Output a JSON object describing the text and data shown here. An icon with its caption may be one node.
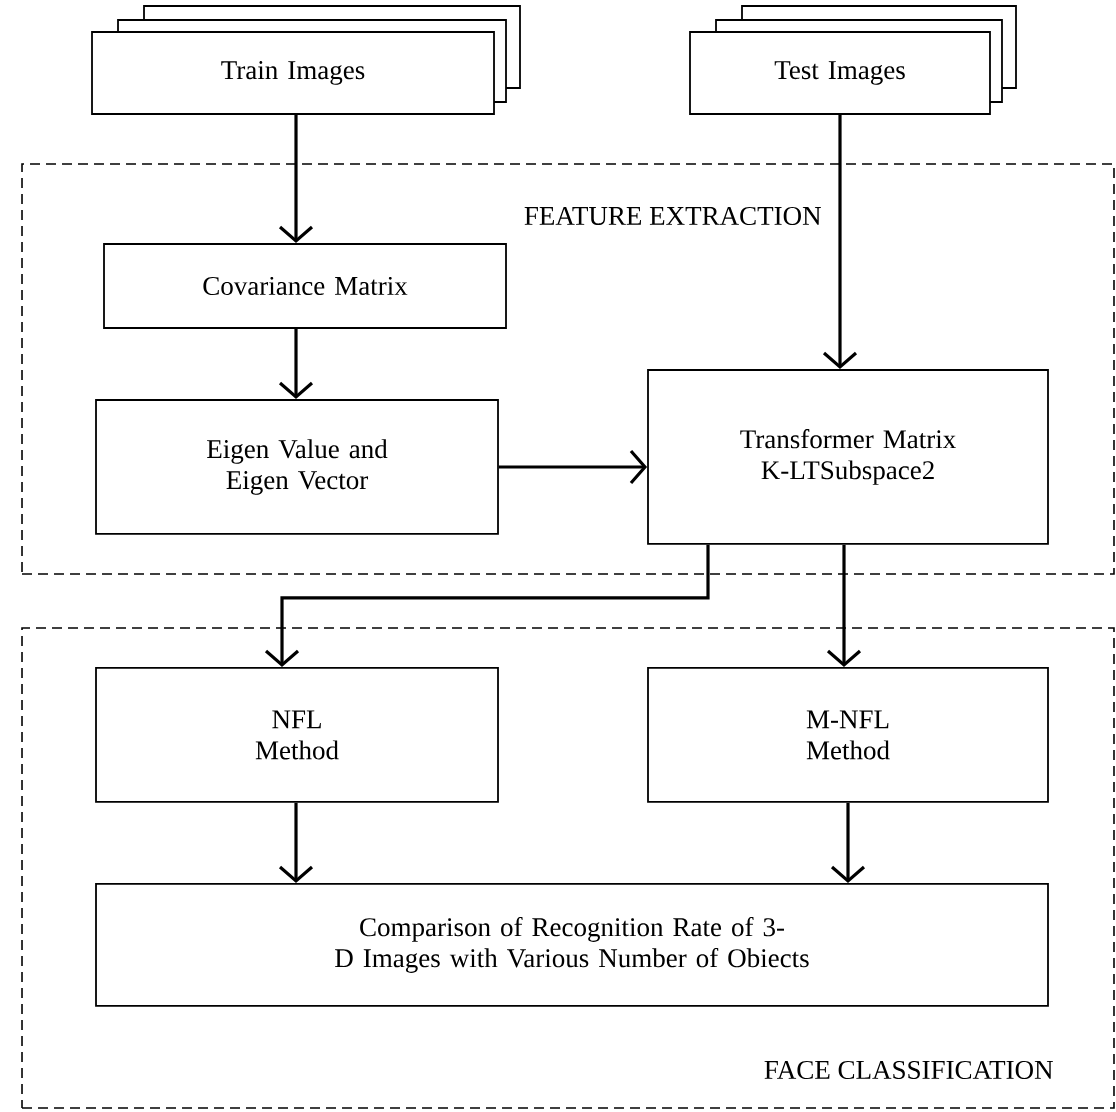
{
  "diagram": {
    "nodes": [
      {
        "text": [
          "Train Images"
        ]
      },
      {
        "text": [
          "Test Images"
        ]
      },
      {
        "text": [
          "FEATURE EXTRACTION"
        ]
      },
      {
        "text": [
          "Covariance Matrix"
        ],
        "in": 2
      },
      {
        "text": [
          "Eigen Value and Eigen Vector"
        ],
        "in": 2
      },
      {
        "text": [
          "Transformer Matrix K-LTSubspace2"
        ],
        "in": 2
      },
      {
        "text": [
          "FACE CLASSIFICATION"
        ]
      },
      {
        "text": [
          "NFL Method"
        ],
        "in": 6
      },
      {
        "text": [
          "M-NFL Method"
        ],
        "in": 6
      },
      {
        "text": [
          "Comparison of Recognition Rate of 3-D Images with Various Number of Obiects"
        ],
        "in": 6
      }
    ],
    "edges": [
      {
        "from": 0,
        "to": 3,
        "arrow": "to"
      },
      {
        "from": 3,
        "to": 4,
        "arrow": "to"
      },
      {
        "from": 4,
        "to": 5,
        "arrow": "to"
      },
      {
        "from": 1,
        "to": 5,
        "arrow": "to"
      },
      {
        "from": 5,
        "to": 7,
        "arrow": "to"
      },
      {
        "from": 5,
        "to": 8,
        "arrow": "to"
      },
      {
        "from": 7,
        "to": 9,
        "arrow": "to"
      },
      {
        "from": 8,
        "to": 9,
        "arrow": "to"
      }
    ]
  }
}
